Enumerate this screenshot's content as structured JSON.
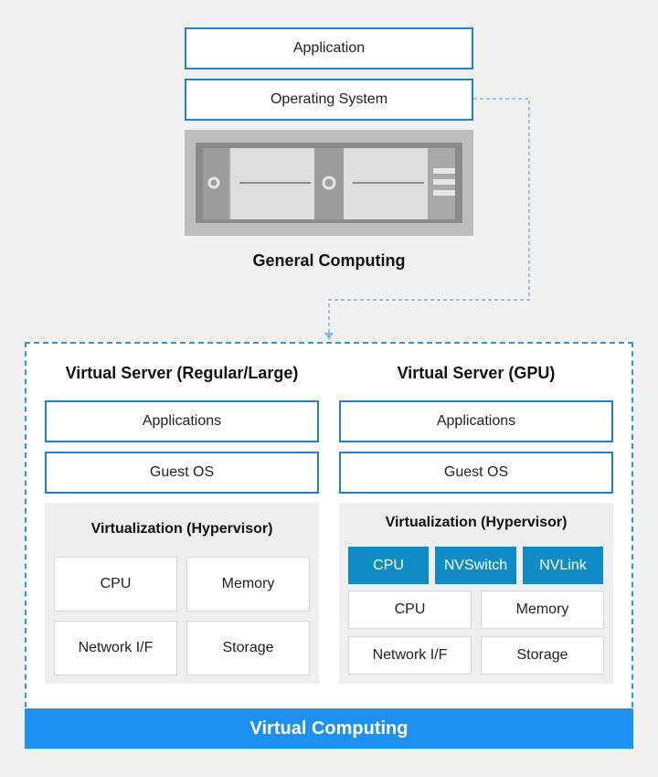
{
  "general": {
    "application_label": "Application",
    "os_label": "Operating System",
    "caption": "General Computing"
  },
  "virtual": {
    "caption": "Virtual Computing",
    "regular": {
      "title": "Virtual Server (Regular/Large)",
      "applications": "Applications",
      "guest_os": "Guest OS",
      "virtualization": "Virtualization (Hypervisor)",
      "hardware": [
        "CPU",
        "Memory",
        "Network I/F",
        "Storage"
      ]
    },
    "gpu": {
      "title": "Virtual Server (GPU)",
      "applications": "Applications",
      "guest_os": "Guest OS",
      "virtualization": "Virtualization (Hypervisor)",
      "accelerators": [
        "CPU",
        "NVSwitch",
        "NVLink"
      ],
      "hardware": [
        "CPU",
        "Memory",
        "Network I/F",
        "Storage"
      ]
    }
  },
  "colors": {
    "box_border": "#1f7fdb",
    "accelerator_fill": "#0f8cc6",
    "virtual_bar": "#1e90f2",
    "dashed_frame": "#2196f3",
    "connector": "#8fb4d6"
  }
}
